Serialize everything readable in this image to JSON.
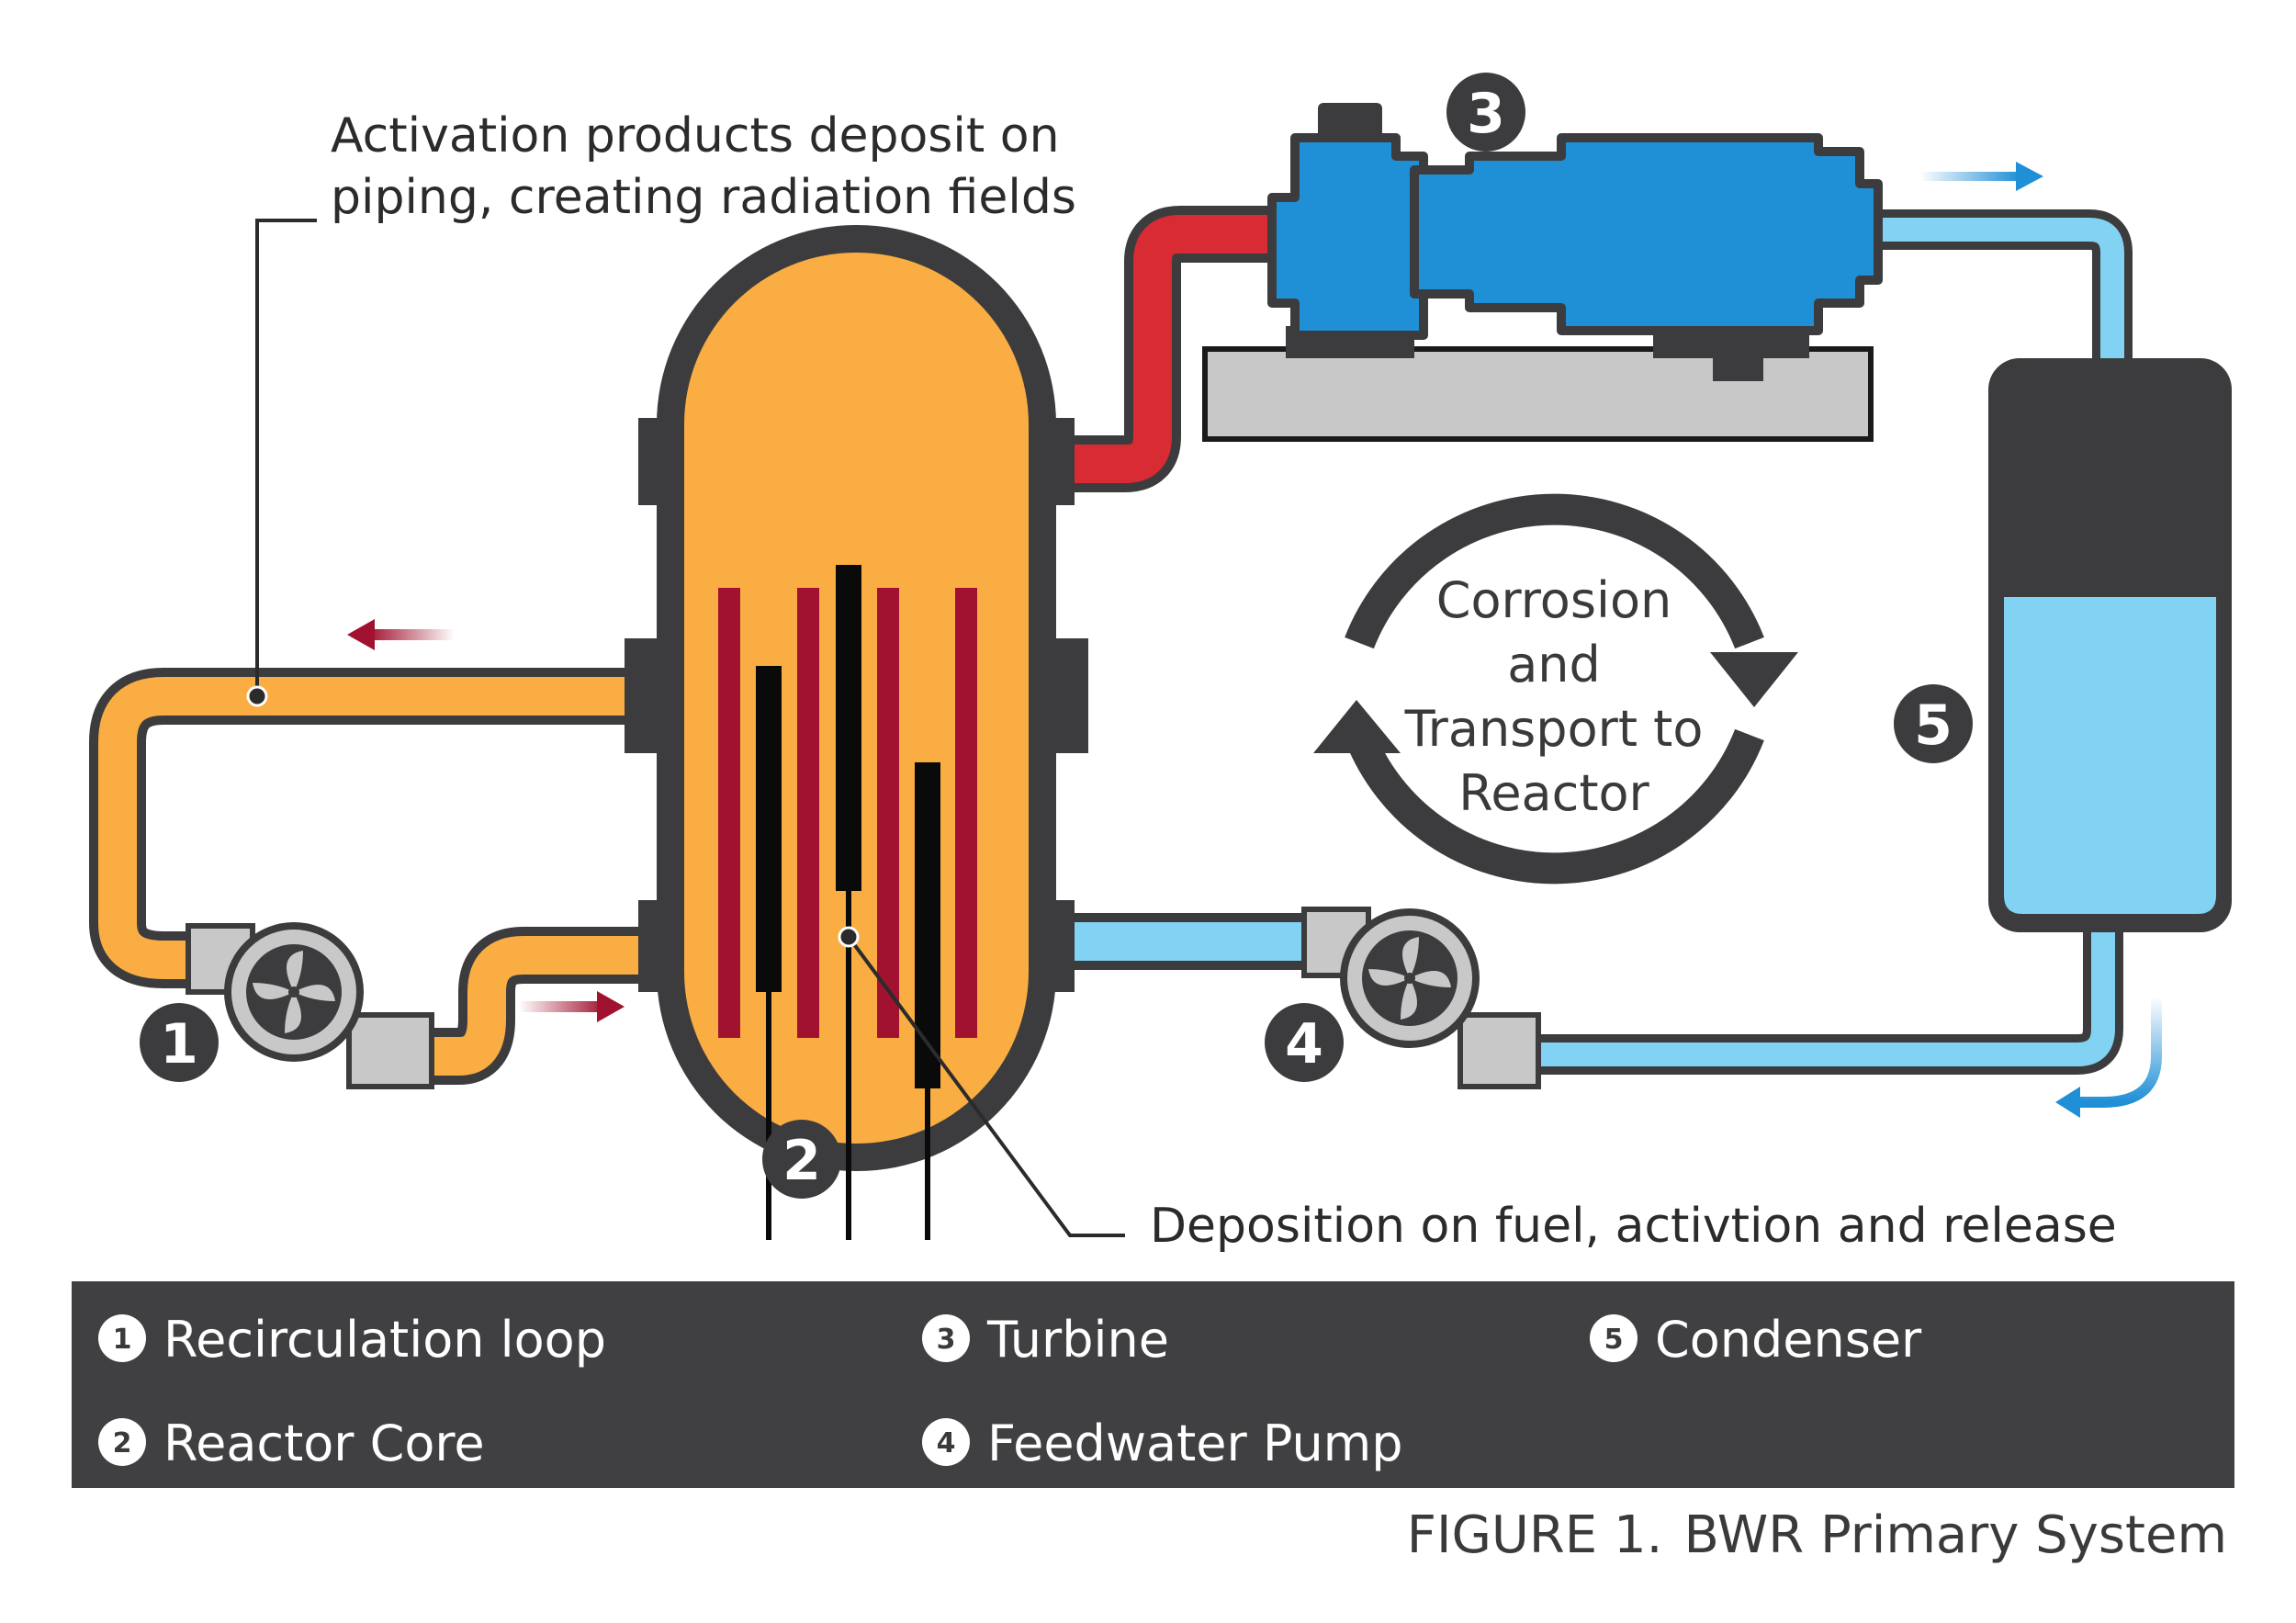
{
  "callouts": {
    "piping_line1": "Activation products deposit on",
    "piping_line2": "piping, creating radiation fields",
    "fuel": "Deposition on fuel, activtion and release"
  },
  "cycle": {
    "line1": "Corrosion",
    "line2": "and",
    "line3": "Transport to",
    "line4": "Reactor"
  },
  "badges": [
    "1",
    "2",
    "3",
    "4",
    "5"
  ],
  "legend": [
    {
      "num": "1",
      "label": "Recirculation loop"
    },
    {
      "num": "2",
      "label": "Reactor Core"
    },
    {
      "num": "3",
      "label": "Turbine"
    },
    {
      "num": "4",
      "label": "Feedwater Pump"
    },
    {
      "num": "5",
      "label": "Condenser"
    }
  ],
  "caption": {
    "figure": "FIGURE 1.",
    "title": "BWR Primary System"
  },
  "colors": {
    "vessel_fill": "#f9ad42",
    "vessel_outline": "#3c3c3e",
    "steam_pipe": "#d92b33",
    "water_pipe": "#82d2f3",
    "turbine": "#1f8fd6",
    "fuel_rod": "#a0122f",
    "control_rod": "#0a0a0a",
    "legend_bar": "#404042"
  }
}
